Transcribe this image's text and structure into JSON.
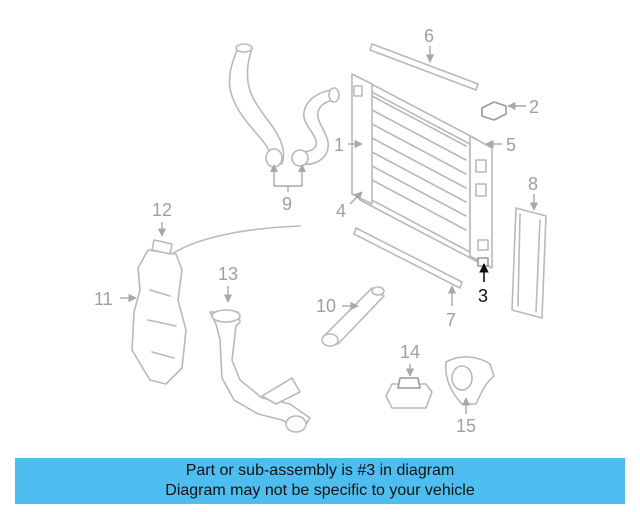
{
  "diagram": {
    "callouts": {
      "c1": "1",
      "c2": "2",
      "c3": "3",
      "c4": "4",
      "c5": "5",
      "c6": "6",
      "c7": "7",
      "c8": "8",
      "c9": "9",
      "c10": "10",
      "c11": "11",
      "c12": "12",
      "c13": "13",
      "c14": "14",
      "c15": "15"
    },
    "highlighted_part": "3"
  },
  "banner": {
    "line1": "Part or sub-assembly is #3 in diagram",
    "line2": "Diagram may not be specific to your vehicle",
    "color": "#4dbeef"
  }
}
